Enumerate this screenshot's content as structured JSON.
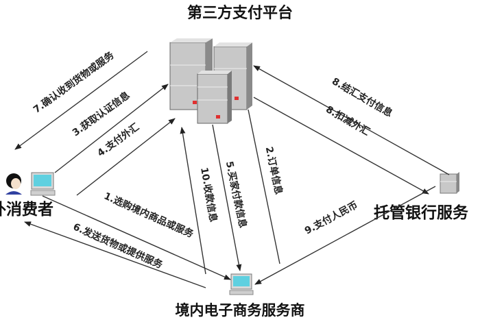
{
  "title": "第三方支付平台",
  "nodes": {
    "consumer": "外消费者",
    "bank": "托管银行服务",
    "merchant": "境内电子商务服务商"
  },
  "flows": {
    "f7": "7.确认收到货物或服务",
    "f3": "3.获取认证信息",
    "f4": "4.支付外汇",
    "f1": "1.选购境内商品或服务",
    "f6": "6.发送货物或提供服务",
    "f10": "10.收款信息",
    "f5": "5.买家付款信息",
    "f2": "2.订单信息",
    "f8a": "8.结汇支付信息",
    "f8b": "8.扣减外汇",
    "f9": "9.支付人民币"
  },
  "colors": {
    "server": "#c8c8c8",
    "server_light": "#e2e2e2",
    "led": "#e03030",
    "screen": "#5fd0e0"
  }
}
